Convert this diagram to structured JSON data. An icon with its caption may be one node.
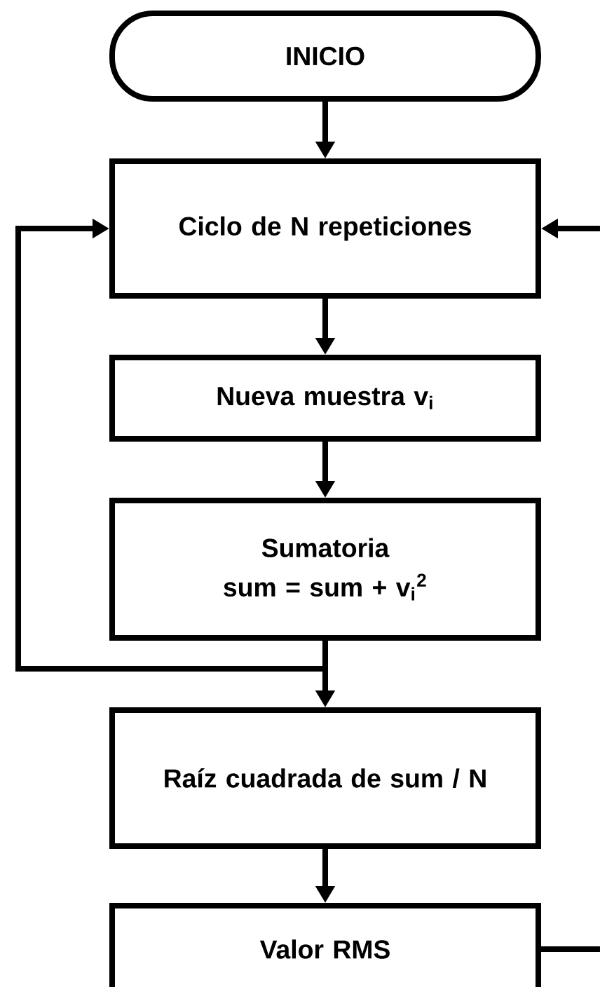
{
  "diagram": {
    "nodes": [
      {
        "text": [
          "INICIO"
        ]
      },
      {
        "text": [
          "Ciclo de N repeticiones"
        ]
      },
      {
        "text": [
          "Nueva muestra v$_{i}$"
        ]
      },
      {
        "text": [
          "Sumatoria",
          "sum = sum + v$_{i}$$^{2}$"
        ]
      },
      {
        "text": [
          "Raíz cuadrada de sum / N"
        ]
      },
      {
        "text": [
          "Valor RMS"
        ]
      }
    ],
    "edges": [
      {
        "from": 0,
        "to": 1,
        "arrow": "to"
      },
      {
        "from": 1,
        "to": 2,
        "arrow": "to"
      },
      {
        "from": 2,
        "to": 3,
        "arrow": "to"
      },
      {
        "from": 3,
        "to": 4,
        "arrow": "to"
      },
      {
        "from": 3,
        "to": 1,
        "arrow": "to"
      },
      {
        "from": 4,
        "to": 5,
        "arrow": "to"
      },
      {
        "from": 5,
        "to": null,
        "arrow": "none"
      },
      {
        "from": null,
        "to": 1,
        "arrow": "to"
      }
    ]
  }
}
